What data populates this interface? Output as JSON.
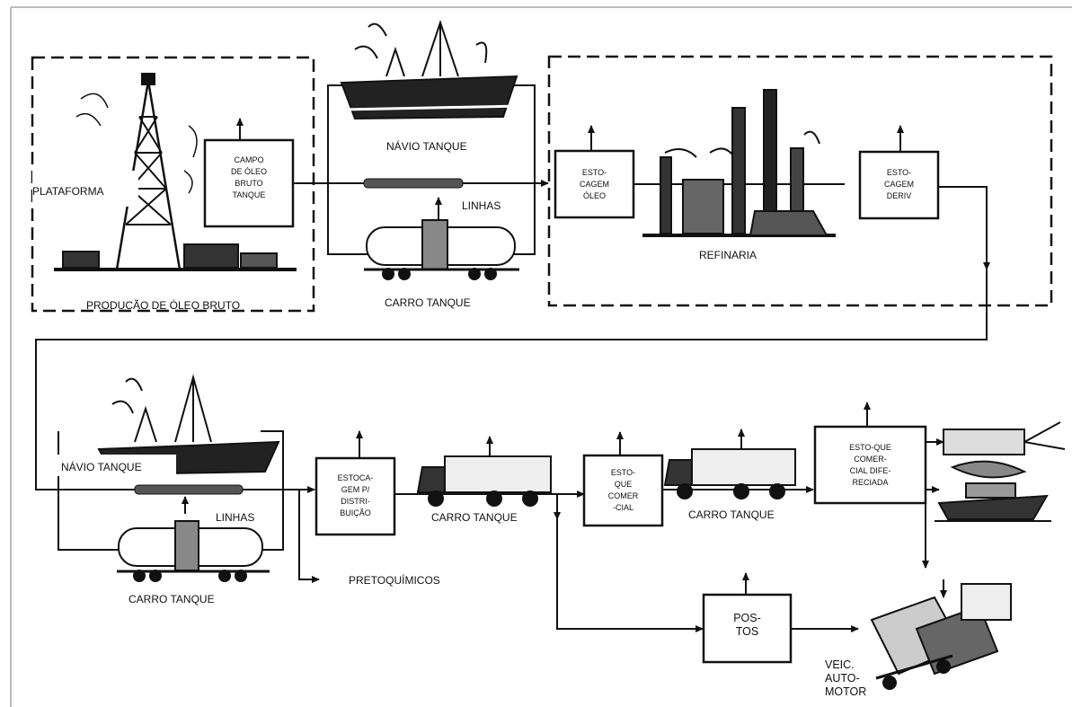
{
  "diagram": {
    "row1": {
      "plataforma": "PLATAFORMA",
      "campo_box": [
        "CAMPO",
        "DE ÓLEO",
        "BRUTO",
        "TANQUE"
      ],
      "producao_label": "PRODUCÃO DE ÓLEO BRUTO",
      "navio_tanque": "NÁVIO TANQUE",
      "linhas": "LINHAS",
      "carro_tanque": "CARRO TANQUE",
      "estocagem_oleo_box": [
        "ESTO-",
        "CAGEM",
        "ÓLEO"
      ],
      "refinaria": "REFINARIA",
      "estocagem_deriv_box": [
        "ESTO-",
        "CAGEM",
        "DERIV"
      ]
    },
    "row2": {
      "navio_tanque": "NÁVIO TANQUE",
      "linhas": "LINHAS",
      "carro_tanque_rail": "CARRO TANQUE",
      "distribuicao_box": [
        "ESTOCA-",
        "GEM P/",
        "DISTRI-",
        "BUIÇÃO"
      ],
      "petroquimicos": "PRETOQUÍMICOS",
      "carro_tanque_truck1": "CARRO TANQUE",
      "comercial_box": [
        "ESTO-",
        "QUE",
        "COMER",
        "-CIAL"
      ],
      "carro_tanque_truck2": "CARRO TANQUE",
      "comercial_dif_box": [
        "ESTO-QUE",
        "COMER-",
        "CIAL DIFE-",
        "RECIADA"
      ],
      "postos_box": [
        "POS-",
        "TOS"
      ],
      "veiculo": [
        "VEIC.",
        "AUTO-",
        "MOTOR"
      ]
    }
  }
}
